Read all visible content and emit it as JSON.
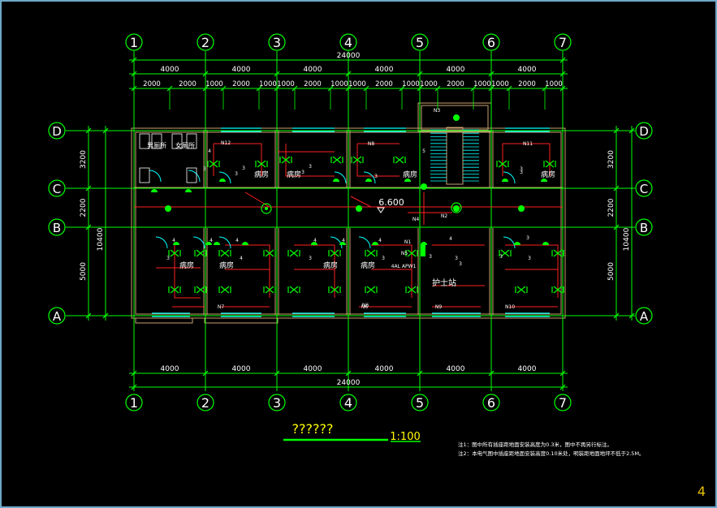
{
  "colors": {
    "green": "#00ff00",
    "white": "#ffffff",
    "red": "#ff2020",
    "cyan": "#00ffff",
    "yellow": "#ffff00",
    "frame": "#6fa8c8"
  },
  "axes_v": [
    "1",
    "2",
    "3",
    "4",
    "5",
    "6",
    "7"
  ],
  "axes_h": [
    "D",
    "C",
    "B",
    "A"
  ],
  "dims": {
    "total": "24000",
    "bays": [
      "4000",
      "4000",
      "4000",
      "4000",
      "4000",
      "4000"
    ],
    "sub": [
      "2000",
      "2000",
      "1000",
      "2000",
      "1000",
      "1000",
      "2000",
      "1000",
      "1000",
      "2000",
      "1000",
      "1000",
      "2000",
      "1000",
      "1000",
      "2000",
      "1000"
    ],
    "left_rows": [
      "3200",
      "2200",
      "5000"
    ],
    "left_total": "10400",
    "right_rows": [
      "3200",
      "2200",
      "5000"
    ],
    "right_total": "10400"
  },
  "rooms": {
    "male_wc": "男厕所",
    "female_wc": "女厕所",
    "ward": "病房",
    "nurse_station": "护士站"
  },
  "circuit_labels": [
    "N12",
    "N8",
    "N11",
    "N7",
    "N6",
    "N9",
    "N10",
    "N1",
    "N2",
    "N3",
    "N4",
    "N5",
    "N6",
    "3",
    "3",
    "3",
    "3",
    "4",
    "4",
    "4",
    "4",
    "4",
    "4",
    "4",
    "4",
    "5",
    "3",
    "4",
    "3",
    "3",
    "3",
    "3",
    "3",
    "3",
    "3",
    "3",
    "3",
    "3",
    "3",
    "3"
  ],
  "box_label": "4AL\nAPW1",
  "elevation": "6.600",
  "title": "??????",
  "scale": "1:100",
  "notes": [
    "注1：图中所有插座距地面安装高度为0.3米，图中不再另行标注。",
    "注2：本电气图中插座距地面安装高度0.10米处，明装距地面地坪不低于2.5M。"
  ],
  "page_number": "4"
}
